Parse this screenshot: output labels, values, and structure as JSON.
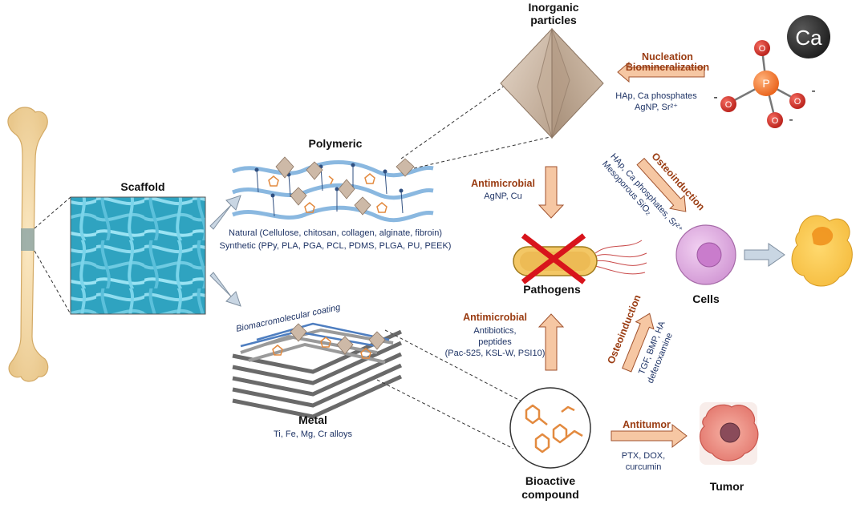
{
  "labels": {
    "scaffold": "Scaffold",
    "polymeric": "Polymeric",
    "metal": "Metal",
    "inorganic_line1": "Inorganic",
    "inorganic_line2": "particles",
    "pathogens": "Pathogens",
    "cells": "Cells",
    "tumor": "Tumor",
    "bioactive_line1": "Bioactive",
    "bioactive_line2": "compound",
    "ca": "Ca",
    "p": "P",
    "o": "O",
    "minus": "-"
  },
  "polymeric_desc": {
    "natural": "Natural (Cellulose, chitosan, collagen, alginate, fibroin)",
    "synthetic": "Synthetic (PPy, PLA, PGA, PCL, PDMS, PLGA, PU, PEEK)"
  },
  "metal_desc": {
    "alloys": "Ti, Fe, Mg, Cr alloys",
    "coating": "Biomacromolecular coating"
  },
  "nucleation": {
    "title_line1": "Nucleation",
    "title_line2": "Biomineralization",
    "line1": "HAp, Ca phosphates",
    "line2": "AgNP, Sr²⁺"
  },
  "antimicrobial_top": {
    "title": "Antimicrobial",
    "desc": "AgNP, Cu"
  },
  "antimicrobial_bottom": {
    "title": "Antimicrobial",
    "line1": "Antibiotics,",
    "line2": "peptides",
    "line3": "(Pac-525, KSL-W, PSI10)"
  },
  "osteoinduction_top": {
    "title": "Osteoinduction",
    "line1": "HAp, Ca phosphates, Sr²⁺",
    "line2": "Mesoporous SiO₂"
  },
  "osteoinduction_bottom": {
    "title": "Osteoinduction",
    "line1": "TGF, BMP, HA",
    "line2": "deferoxamine"
  },
  "antitumor": {
    "title": "Antitumor",
    "line1": "PTX, DOX,",
    "line2": "curcumin"
  },
  "colors": {
    "brown_text": "#9a3c12",
    "blue_text": "#1f3466",
    "arrow_fill": "#f6c7a3",
    "arrow_stroke": "#a0522d",
    "gray_arrow": "#c9d6e3",
    "fiber": "#4fb7cf",
    "bone": "#f3d9a8",
    "cell": "#e4b5e6",
    "tumor": "#e8837c",
    "bacterium": "#f3c765",
    "cross": "#d8141c",
    "compound": "#e38a3f",
    "octahedron": "#cdb9a7",
    "phosphorus": "#f47b30",
    "oxygen": "#d9332a",
    "calcium": "#3a3a3a"
  }
}
